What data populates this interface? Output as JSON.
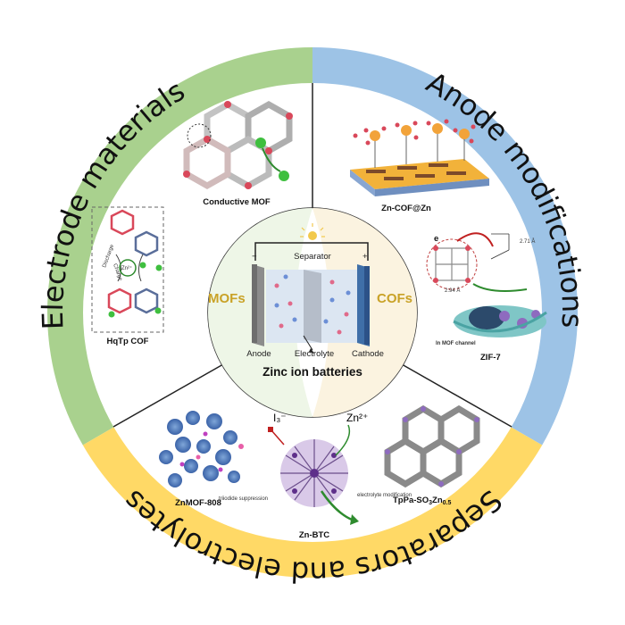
{
  "colors": {
    "electrode": "#a9d18e",
    "anode": "#9dc3e6",
    "separator": "#ffd966",
    "mofs_label": "#c9a227",
    "cofs_label": "#c9a227",
    "mofs_bg": "#eef6e7",
    "cofs_bg": "#fbf3e0"
  },
  "sectors": {
    "electrode": "Electrode materials",
    "anode": "Anode modifications",
    "separator": "Separators and electrolytes"
  },
  "panels": {
    "conductive_mof": "Conductive MOF",
    "hqtp_cof": "HqTp COF",
    "zn_cof": "Zn-COF@Zn",
    "zif7": "ZIF-7",
    "zif7_sub": "In MOF channel",
    "zif7_letter": "e",
    "zif7_d1": "2.71 Å",
    "zif7_d2": "2.94 Å",
    "znmof": "ZnMOF-808",
    "znbtc": "Zn-BTC",
    "znbtc_i3": "I₃⁻",
    "znbtc_zn": "Zn²⁺",
    "znbtc_left": "triiodide suppression",
    "znbtc_right": "electrolyte modification",
    "tppa_main": "TpPa-SO",
    "tppa_sub1": "3",
    "tppa_zn": "Zn",
    "tppa_sub2": "0.5",
    "hq_discharge": "Discharge",
    "hq_charge": "Charge",
    "hq_zn": "Zn²⁺"
  },
  "center": {
    "separator": "Separator",
    "minus": "−",
    "plus": "+",
    "anode": "Anode",
    "electrolyte": "Electrolyte",
    "cathode": "Cathode",
    "title": "Zinc ion batteries",
    "mofs": "MOFs",
    "cofs": "COFs"
  }
}
